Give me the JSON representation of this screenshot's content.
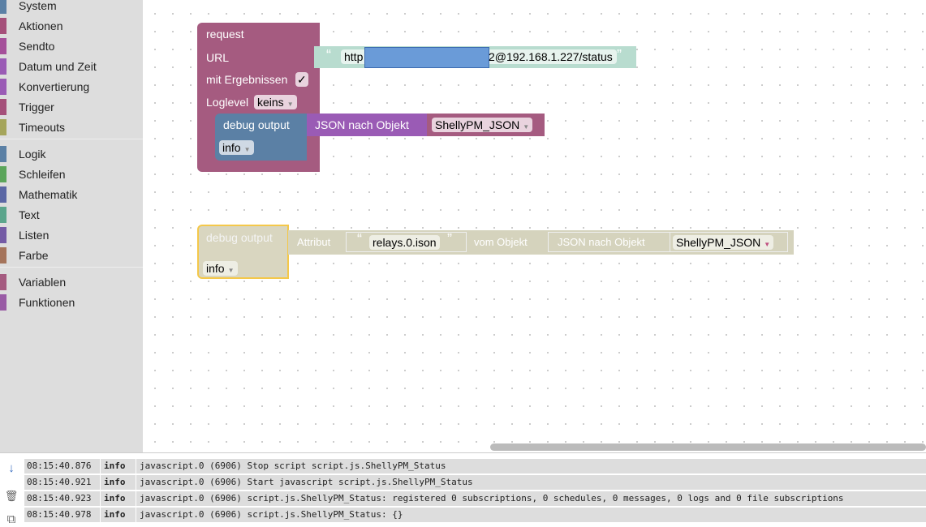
{
  "sidebar": {
    "categories": [
      {
        "label": "System",
        "color": "#5b80a5"
      },
      {
        "label": "Aktionen",
        "color": "#a5507a"
      },
      {
        "label": "Sendto",
        "color": "#a5509a"
      },
      {
        "label": "Datum und Zeit",
        "color": "#9a5bb5"
      },
      {
        "label": "Konvertierung",
        "color": "#9a5bb5"
      },
      {
        "label": "Trigger",
        "color": "#a5507a"
      },
      {
        "label": "Timeouts",
        "color": "#a5a55b"
      },
      {
        "label": "Logik",
        "color": "#5b80a5"
      },
      {
        "label": "Schleifen",
        "color": "#5ba55b"
      },
      {
        "label": "Mathematik",
        "color": "#5b67a5"
      },
      {
        "label": "Text",
        "color": "#5ba58c"
      },
      {
        "label": "Listen",
        "color": "#745ba5"
      },
      {
        "label": "Farbe",
        "color": "#a5745b"
      },
      {
        "label": "Variablen",
        "color": "#a55b80"
      },
      {
        "label": "Funktionen",
        "color": "#995ba5"
      }
    ]
  },
  "blocks": {
    "request": {
      "title": "request",
      "url_label": "URL",
      "url_prefix": "http",
      "url_suffix": "2@192.168.1.227/status",
      "with_results_label": "mit Ergebnissen",
      "with_results_checked": "✓",
      "loglevel_label": "Loglevel",
      "loglevel_value": "keins"
    },
    "debug1": {
      "label": "debug output",
      "json_label": "JSON nach Objekt",
      "variable": "ShellyPM_JSON",
      "level": "info"
    },
    "debug2": {
      "label": "debug output",
      "attr_label": "Attribut",
      "attr_value": "relays.0.ison",
      "object_label": "vom Objekt",
      "json_label": "JSON nach Objekt",
      "variable": "ShellyPM_JSON",
      "level": "info"
    },
    "quote_open": "“",
    "quote_close": "”"
  },
  "log": {
    "rows": [
      {
        "time": "08:15:40.876",
        "severity": "info",
        "message": "javascript.0 (6906) Stop script script.js.ShellyPM_Status"
      },
      {
        "time": "08:15:40.921",
        "severity": "info",
        "message": "javascript.0 (6906) Start javascript script.js.ShellyPM_Status"
      },
      {
        "time": "08:15:40.923",
        "severity": "info",
        "message": "javascript.0 (6906) script.js.ShellyPM_Status: registered 0 subscriptions, 0 schedules, 0 messages, 0 logs and 0 file subscriptions"
      },
      {
        "time": "08:15:40.978",
        "severity": "info",
        "message": "javascript.0 (6906) script.js.ShellyPM_Status: {}"
      }
    ]
  },
  "icons": {
    "scroll": "↓",
    "clear": "🗑",
    "copy": "⧉"
  }
}
